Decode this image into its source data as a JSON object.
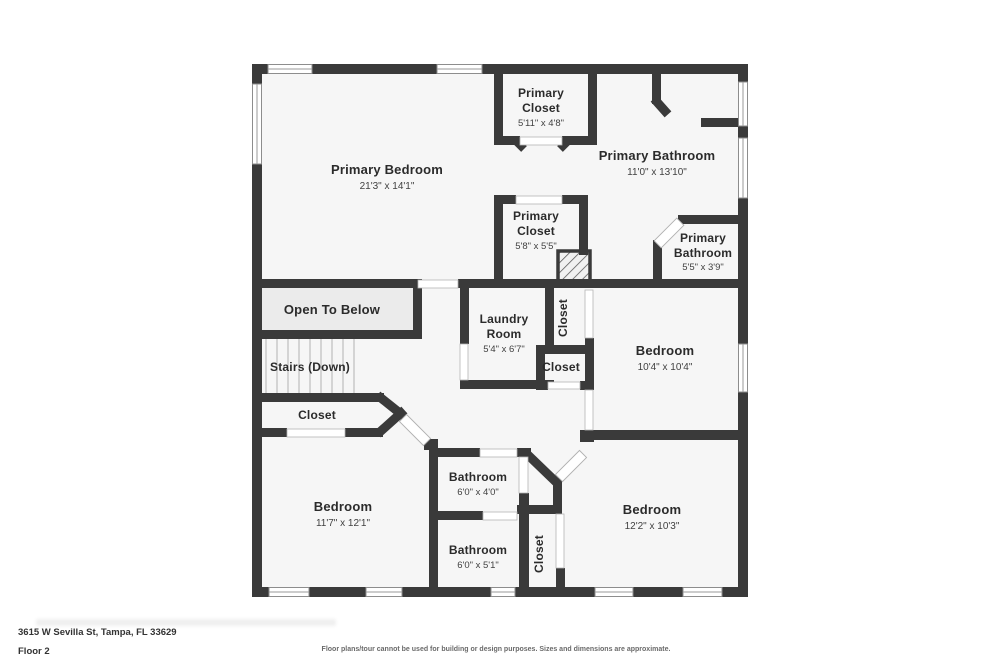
{
  "footer": {
    "address": "3615 W Sevilla St, Tampa, FL 33629",
    "floor_label": "Floor 2",
    "disclaimer": "Floor plans/tour cannot be used for building or design purposes. Sizes and dimensions are approximate."
  },
  "colors": {
    "wall": "#3a3a3a",
    "room_fill": "#f6f6f6",
    "open_below_fill": "#ebebeb"
  },
  "rooms": {
    "primary_bedroom": {
      "name": "Primary Bedroom",
      "dims": "21'3\" x 14'1\""
    },
    "primary_closet_top": {
      "line1": "Primary",
      "line2": "Closet",
      "dims": "5'11\" x 4'8\""
    },
    "primary_bathroom": {
      "name": "Primary Bathroom",
      "dims": "11'0\" x 13'10\""
    },
    "primary_closet_mid": {
      "line1": "Primary",
      "line2": "Closet",
      "dims": "5'8\" x 5'5\""
    },
    "primary_bathroom_small": {
      "line1": "Primary",
      "line2": "Bathroom",
      "dims": "5'5\" x 3'9\""
    },
    "open_to_below": {
      "name": "Open To Below"
    },
    "stairs": {
      "name": "Stairs (Down)"
    },
    "hall_closet": {
      "name": "Closet"
    },
    "laundry": {
      "line1": "Laundry",
      "line2": "Room",
      "dims": "5'4\" x 6'7\""
    },
    "laundry_closet_vertical": {
      "name": "Closet"
    },
    "hall_closet_small": {
      "name": "Closet"
    },
    "bedroom_right": {
      "name": "Bedroom",
      "dims": "10'4\" x 10'4\""
    },
    "bedroom_left": {
      "name": "Bedroom",
      "dims": "11'7\" x 12'1\""
    },
    "bathroom_upper": {
      "name": "Bathroom",
      "dims": "6'0\" x 4'0\""
    },
    "bathroom_lower": {
      "name": "Bathroom",
      "dims": "6'0\" x 5'1\""
    },
    "bedroom2_closet": {
      "name": "Closet"
    },
    "bedroom_bottom_right": {
      "name": "Bedroom",
      "dims": "12'2\" x 10'3\""
    }
  }
}
